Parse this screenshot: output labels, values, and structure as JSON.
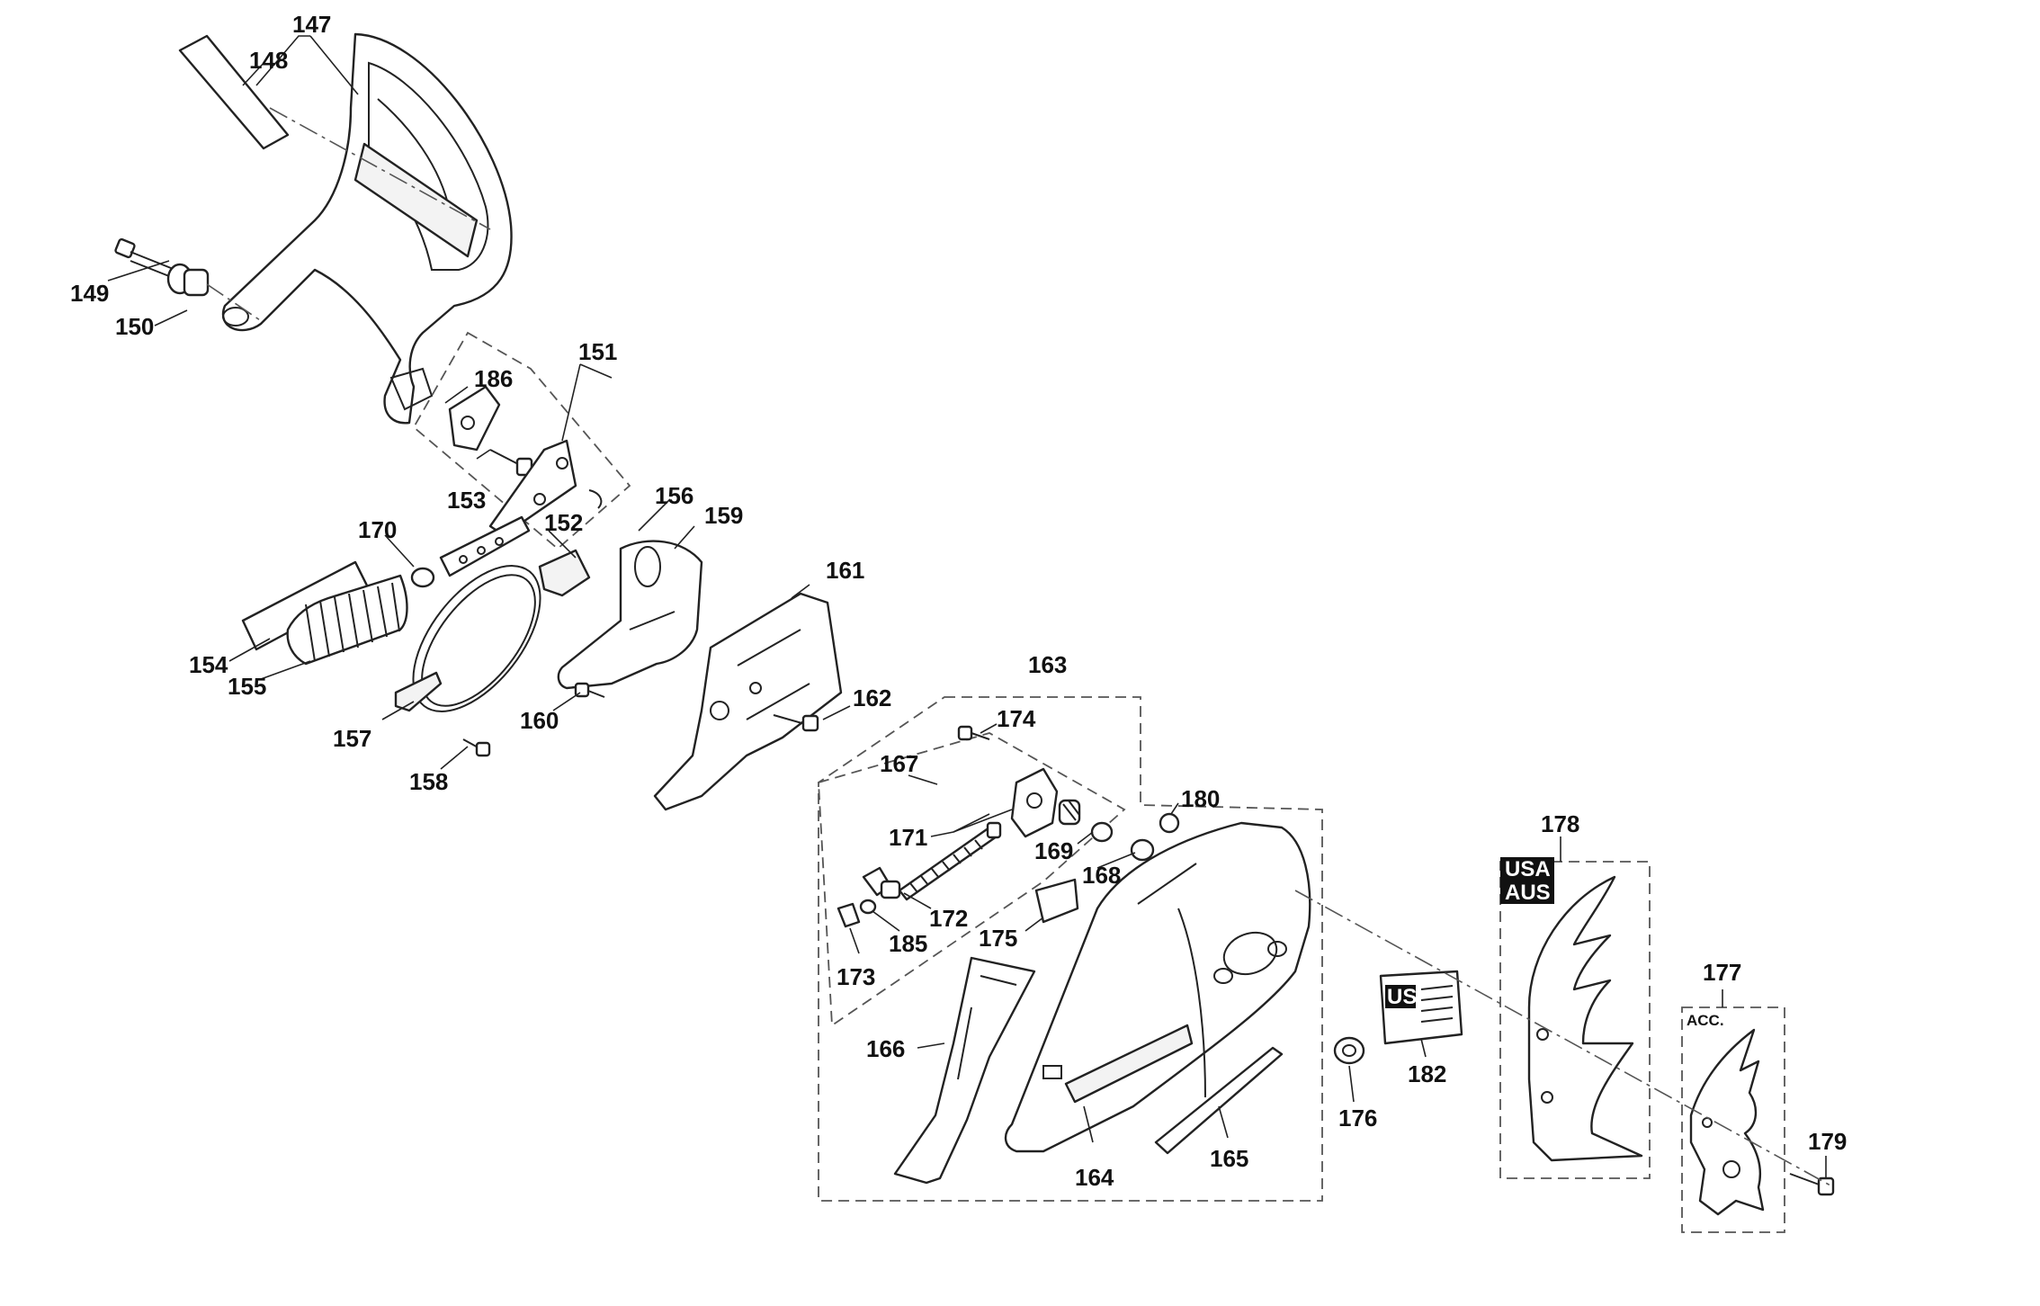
{
  "callouts": {
    "c147": "147",
    "c148": "148",
    "c149": "149",
    "c150": "150",
    "c151": "151",
    "c152": "152",
    "c153": "153",
    "c154": "154",
    "c155": "155",
    "c156": "156",
    "c157": "157",
    "c158": "158",
    "c159": "159",
    "c160": "160",
    "c161": "161",
    "c162": "162",
    "c163": "163",
    "c164": "164",
    "c165": "165",
    "c166": "166",
    "c167": "167",
    "c168": "168",
    "c169": "169",
    "c170": "170",
    "c171": "171",
    "c172": "172",
    "c173": "173",
    "c174": "174",
    "c175": "175",
    "c176": "176",
    "c177": "177",
    "c178": "178",
    "c179": "179",
    "c180": "180",
    "c182": "182",
    "c185": "185",
    "c186": "186"
  },
  "labels": {
    "region_usa": "USA",
    "region_aus": "AUS",
    "accessory": "ACC.",
    "decal_usa": "USA"
  }
}
